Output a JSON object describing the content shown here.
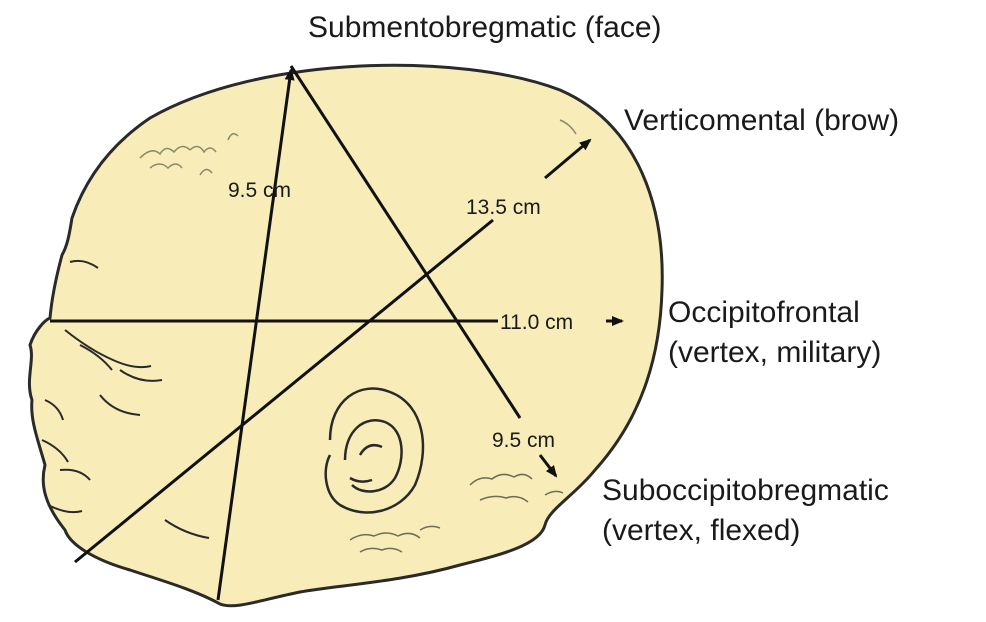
{
  "colors": {
    "skin": "#f8ecb8",
    "outline": "#2a2a2a",
    "hair": "#8a8a6a",
    "line": "#111111"
  },
  "labels": {
    "submentobregmatic": "Submentobregmatic (face)",
    "verticomental": "Verticomental (brow)",
    "occipitofrontal_line1": "Occipitofrontal",
    "occipitofrontal_line2": "(vertex, military)",
    "suboccipitobregmatic_line1": "Suboccipitobregmatic",
    "suboccipitobregmatic_line2": "(vertex, flexed)"
  },
  "measurements": {
    "submentobregmatic": "9.5 cm",
    "verticomental": "13.5 cm",
    "occipitofrontal": "11.0 cm",
    "suboccipitobregmatic": "9.5 cm"
  }
}
